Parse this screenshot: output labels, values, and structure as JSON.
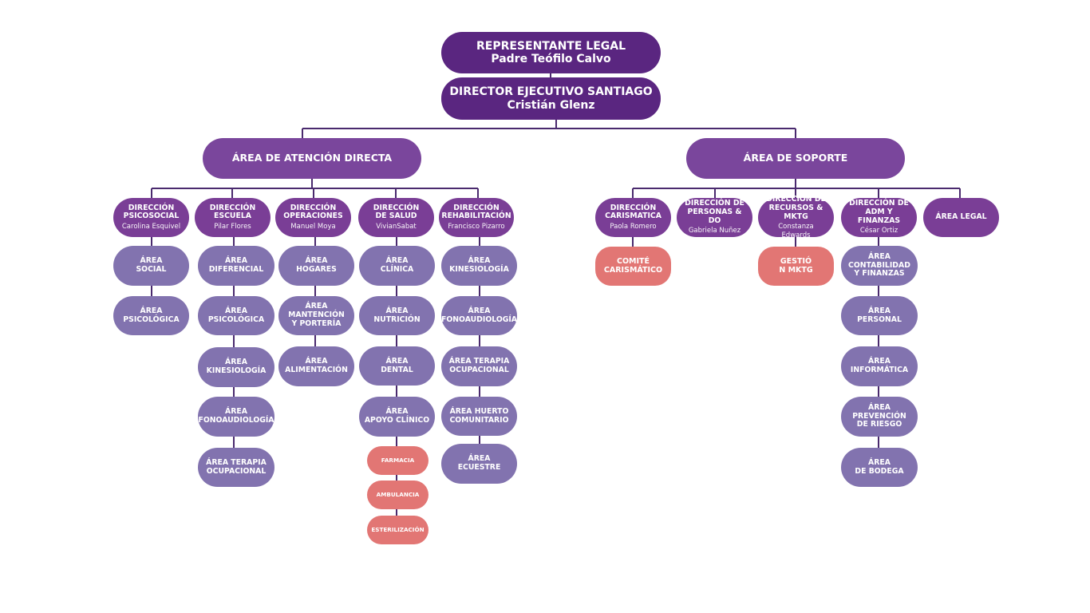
{
  "org": {
    "representante": {
      "title": "REPRESENTANTE LEGAL",
      "person": "Padre Teófilo Calvo"
    },
    "director": {
      "title": "DIRECTOR EJECUTIVO SANTIAGO",
      "person": "Cristián Glenz"
    },
    "areas": {
      "atencion": "ÁREA DE ATENCIÓN DIRECTA",
      "soporte": "ÁREA DE SOPORTE"
    },
    "directions": [
      {
        "title": "DIRECCIÓN\nPSICOSOCIAL",
        "person": "Carolina Esquivel",
        "units": [
          "ÁREA\nSOCIAL",
          "ÁREA\nPSICOLÓGICA"
        ]
      },
      {
        "title": "DIRECCIÓN\nESCUELA",
        "person": "Pilar Flores",
        "units": [
          "ÁREA\nDIFERENCIAL",
          "ÁREA\nPSICOLÓGICA",
          "ÁREA\nKINESIOLOGÍA",
          "ÁREA\nFONOAUDIOLOGÍA",
          "ÁREA TERAPIA\nOCUPACIONAL"
        ]
      },
      {
        "title": "DIRECCIÓN\nOPERACIONES",
        "person": "Manuel Moya",
        "units": [
          "ÁREA\nHOGARES",
          "ÁREA\nMANTENCIÓN\nY PORTERÍA",
          "ÁREA\nALIMENTACIÓN"
        ]
      },
      {
        "title": "DIRECCIÓN\nDE SALUD",
        "person": "VivianSabat",
        "units": [
          "ÁREA\nCLÍNICA",
          "ÁREA\nNUTRICIÓN",
          "ÁREA\nDENTAL",
          "ÁREA\nAPOYO CLÍNICO"
        ],
        "subunits": [
          "FARMACIA",
          "AMBULANCIA",
          "ESTERILIZACIÓN"
        ]
      },
      {
        "title": "DIRECCIÓN\nREHABILITACIÓN",
        "person": "Francisco Pizarro",
        "units": [
          "ÁREA\nKINESIOLOGÍA",
          "ÁREA\nFONOAUDIOLOGÍA",
          "ÁREA TERAPIA\nOCUPACIONAL",
          "ÁREA HUERTO\nCOMUNITARIO",
          "ÁREA\nECUESTRE"
        ]
      },
      {
        "title": "DIRECCIÓN\nCARISMATICA",
        "person": "Paola Romero",
        "subunits": [
          "COMITÉ\nCARISMÁTICO"
        ]
      },
      {
        "title": "DIRECCIÓN DE\nPERSONAS & DO",
        "person": "Gabriela Nuñez"
      },
      {
        "title": "DIRECCIÓN DE\nRECURSOS & MKTG",
        "person": "Constanza Edwards",
        "subunits": [
          "GESTIÓ\nN MKTG"
        ]
      },
      {
        "title": "DIRECCIÓN DE\nADM Y FINANZAS",
        "person": "César Ortiz",
        "units": [
          "ÁREA\nCONTABILIDAD\nY FINANZAS",
          "ÁREA\nPERSONAL",
          "ÁREA\nINFORMÁTICA",
          "ÁREA\nPREVENCIÓN\nDE RIESGO",
          "ÁREA\nDE BODEGA"
        ]
      },
      {
        "title": "ÁREA LEGAL"
      }
    ]
  },
  "colors": {
    "top": "#5a2680",
    "area": "#7a469c",
    "direction": "#7a3e96",
    "unit": "#8273af",
    "subunit": "#e27674",
    "connector": "#4a2a6e"
  }
}
